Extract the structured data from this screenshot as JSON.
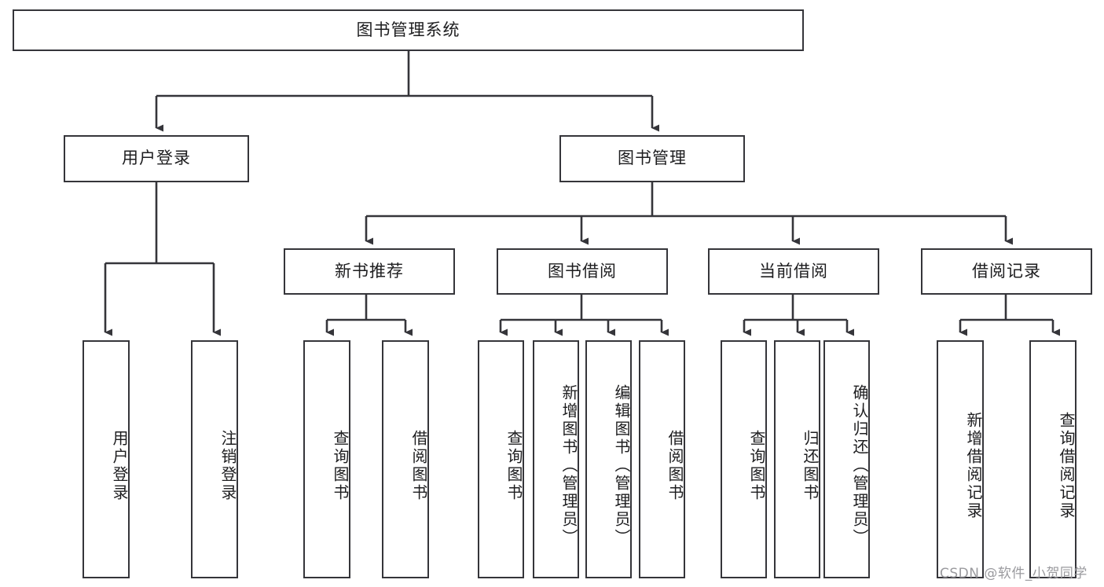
{
  "diagram": {
    "title": "图书管理系统",
    "watermark": "CSDN @软件_小贺同学",
    "stroke_color": "#35353a",
    "text_color": "#1d1d1f",
    "background": "#ffffff",
    "nodes": {
      "root": {
        "label": "图书管理系统"
      },
      "level2": [
        {
          "id": "user-login",
          "label": "用户登录"
        },
        {
          "id": "book-manage",
          "label": "图书管理"
        }
      ],
      "level3": [
        {
          "id": "new-book-recommend",
          "label": "新书推荐"
        },
        {
          "id": "book-borrow",
          "label": "图书借阅"
        },
        {
          "id": "current-borrow",
          "label": "当前借阅"
        },
        {
          "id": "borrow-record",
          "label": "借阅记录"
        }
      ],
      "leaves": {
        "user_login": [
          {
            "id": "leaf-user-login",
            "label": "用户登录"
          },
          {
            "id": "leaf-logout-login",
            "label": "注销登录"
          }
        ],
        "new_book_recommend": [
          {
            "id": "leaf-query-book-1",
            "label": "查询图书"
          },
          {
            "id": "leaf-borrow-book-1",
            "label": "借阅图书"
          }
        ],
        "book_borrow": [
          {
            "id": "leaf-query-book-2",
            "label": "查询图书"
          },
          {
            "id": "leaf-add-book",
            "label": "新增图书（管理员）"
          },
          {
            "id": "leaf-edit-book",
            "label": "编辑图书（管理员）"
          },
          {
            "id": "leaf-borrow-book-2",
            "label": "借阅图书"
          }
        ],
        "current_borrow": [
          {
            "id": "leaf-query-book-3",
            "label": "查询图书"
          },
          {
            "id": "leaf-return-book",
            "label": "归还图书"
          },
          {
            "id": "leaf-confirm-return",
            "label": "确认归还（管理员）"
          }
        ],
        "borrow_record": [
          {
            "id": "leaf-add-record",
            "label": "新增借阅记录"
          },
          {
            "id": "leaf-query-record",
            "label": "查询借阅记录"
          }
        ]
      }
    }
  }
}
